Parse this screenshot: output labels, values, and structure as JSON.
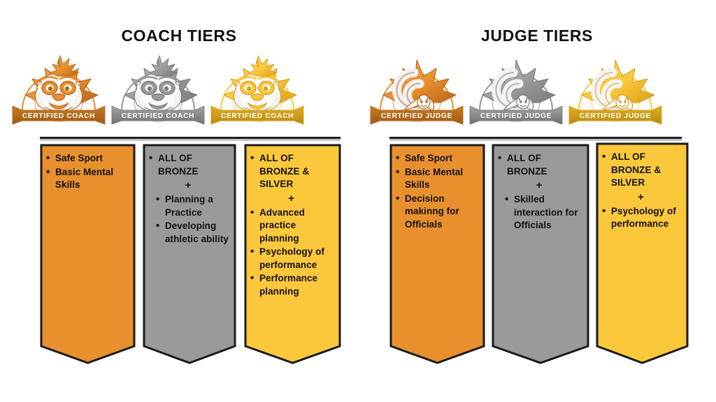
{
  "colors": {
    "bronze": "#E8902E",
    "silver": "#9A9A9A",
    "gold": "#FBC73B",
    "bronze_dark": "#B8651B",
    "silver_dark": "#7A7A7A",
    "gold_dark": "#D7A018",
    "outline": "#1A1A1A",
    "text": "#111111",
    "background": "#FFFFFF"
  },
  "coach": {
    "title": "COACH TIERS",
    "badges": [
      {
        "ribbon_label": "CERTIFIED COACH",
        "tier": "bronze",
        "emblem": "lion-mask-icon"
      },
      {
        "ribbon_label": "CERTIFIED COACH",
        "tier": "silver",
        "emblem": "lion-mask-icon"
      },
      {
        "ribbon_label": "CERTIFIED COACH",
        "tier": "gold",
        "emblem": "lion-mask-icon"
      }
    ],
    "tiers": [
      {
        "tier": "bronze",
        "items": [
          {
            "text": "Safe Sport",
            "style": "bullet"
          },
          {
            "text": "Basic Mental Skills",
            "style": "bullet"
          }
        ]
      },
      {
        "tier": "silver",
        "items": [
          {
            "text": "ALL OF BRONZE",
            "style": "bullet-caps"
          },
          {
            "text": "+",
            "style": "plus"
          },
          {
            "text": "Planning a Practice",
            "style": "bullet-indent"
          },
          {
            "text": "Developing athletic ability",
            "style": "bullet-indent"
          }
        ]
      },
      {
        "tier": "gold",
        "items": [
          {
            "text": "ALL OF BRONZE & SILVER",
            "style": "bullet-caps"
          },
          {
            "text": "+",
            "style": "plus"
          },
          {
            "text": "Advanced practice planning",
            "style": "bullet"
          },
          {
            "text": "Psychology of performance",
            "style": "bullet"
          },
          {
            "text": "Performance planning",
            "style": "bullet"
          }
        ]
      }
    ]
  },
  "judge": {
    "title": "JUDGE TIERS",
    "badges": [
      {
        "ribbon_label": "CERTIFIED JUDGE",
        "tier": "bronze",
        "emblem": "dragon-icon"
      },
      {
        "ribbon_label": "CERTIFIED JUDGE",
        "tier": "silver",
        "emblem": "dragon-icon"
      },
      {
        "ribbon_label": "CERTIFIED JUDGE",
        "tier": "gold",
        "emblem": "dragon-icon"
      }
    ],
    "tiers": [
      {
        "tier": "bronze",
        "items": [
          {
            "text": "Safe Sport",
            "style": "bullet"
          },
          {
            "text": "Basic Mental Skills",
            "style": "bullet"
          },
          {
            "text": "Decision makinng for Officials",
            "style": "bullet"
          }
        ]
      },
      {
        "tier": "silver",
        "items": [
          {
            "text": "ALL OF BRONZE",
            "style": "bullet-caps"
          },
          {
            "text": "+",
            "style": "plus"
          },
          {
            "text": "Skilled interaction for Officials",
            "style": "bullet-indent"
          }
        ]
      },
      {
        "tier": "gold",
        "items": [
          {
            "text": "ALL OF BRONZE & SILVER",
            "style": "bullet-caps"
          },
          {
            "text": "+",
            "style": "plus"
          },
          {
            "text": "Psychology of performance",
            "style": "bullet"
          }
        ]
      }
    ]
  }
}
